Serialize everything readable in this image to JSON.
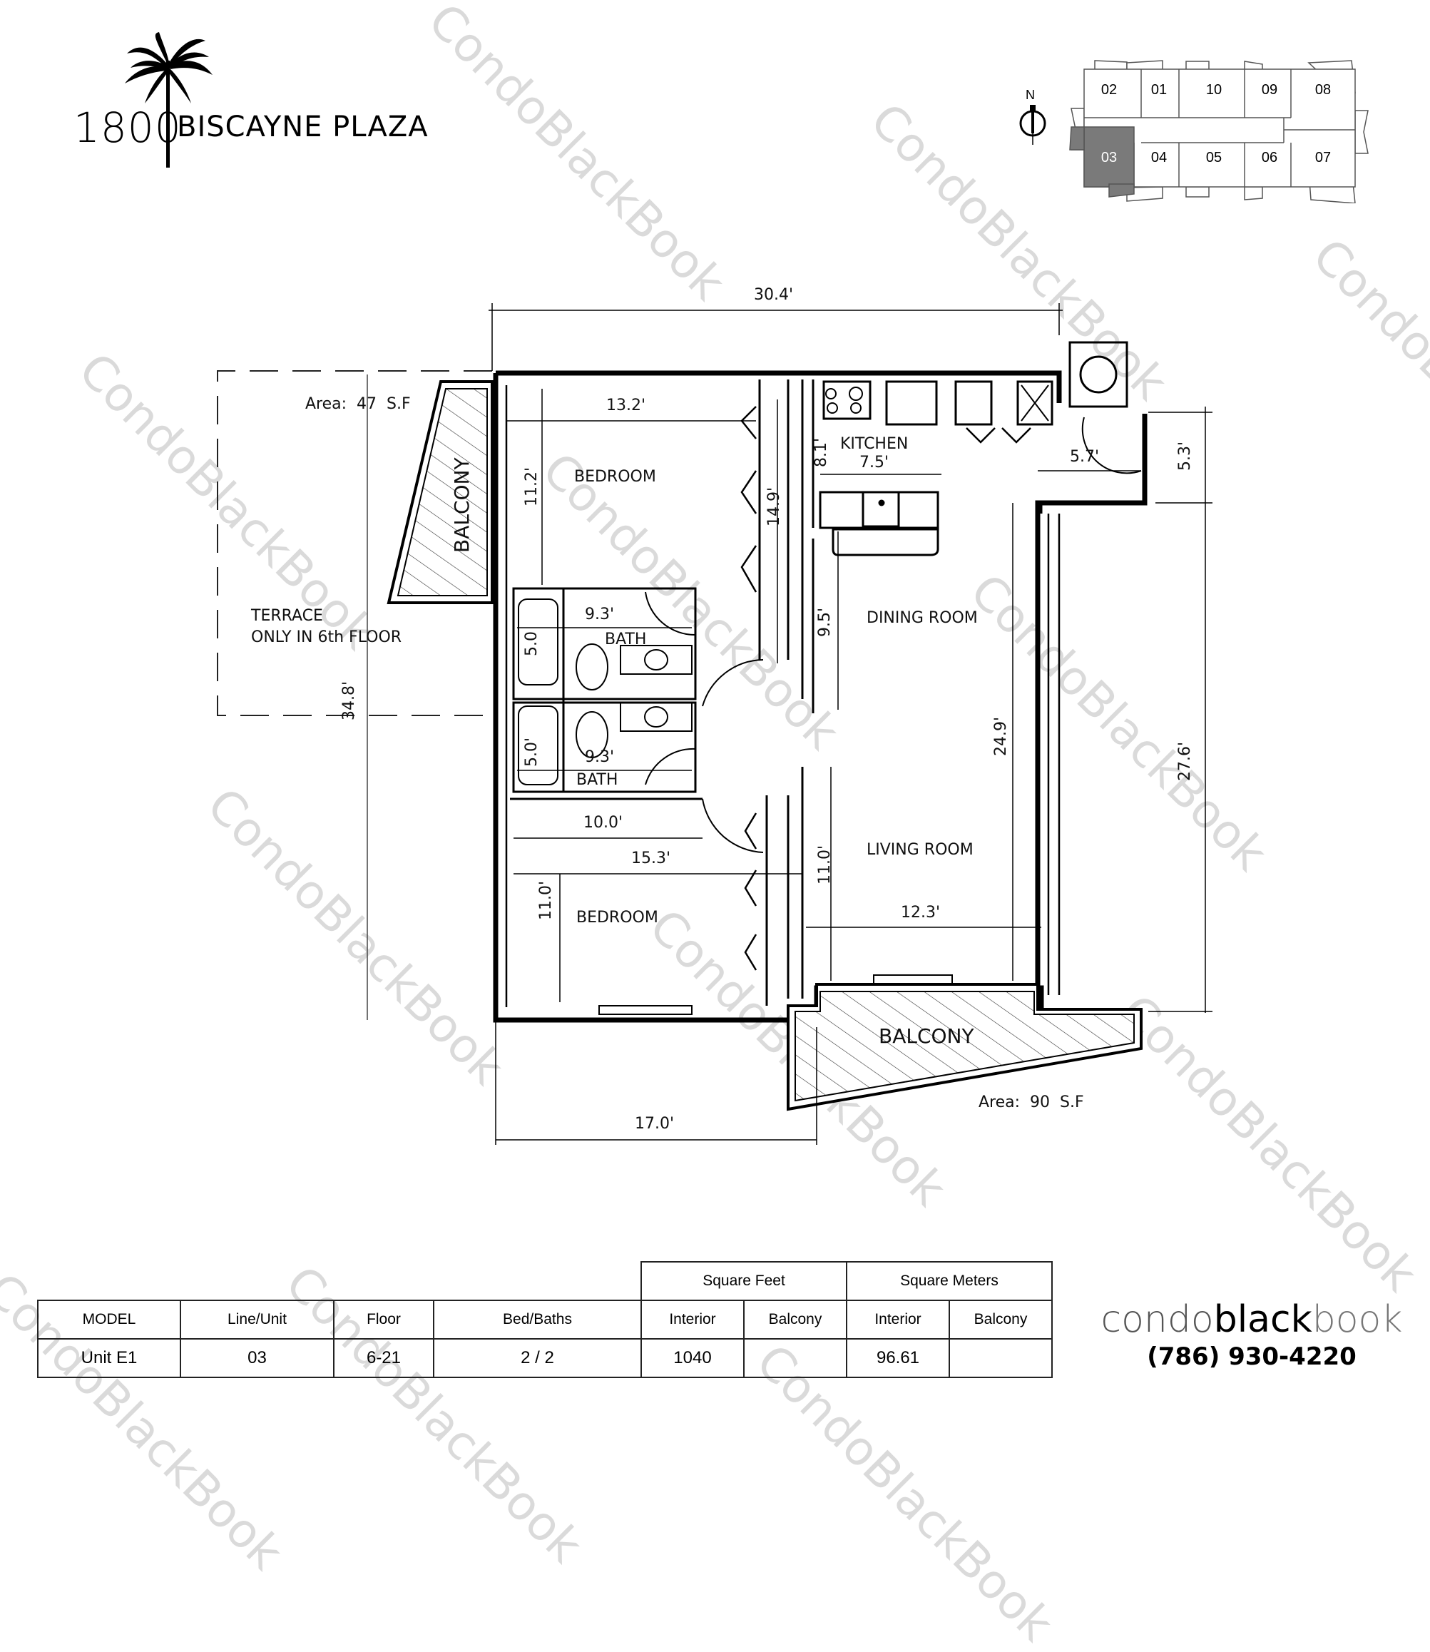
{
  "building": {
    "number": "1800",
    "name": "BISCAYNE PLAZA",
    "logo_icon": "palm-tree-icon"
  },
  "key_plan": {
    "north_label": "N",
    "compass_icon": "north-arrow-icon",
    "highlight_color": "#7a7a7a",
    "units_top": [
      "02",
      "01",
      "10",
      "09",
      "08"
    ],
    "units_bottom": [
      "03",
      "04",
      "05",
      "06",
      "07"
    ],
    "selected_unit": "03"
  },
  "floor_plan": {
    "rooms": {
      "bedroom_1": "BEDROOM",
      "bedroom_2": "BEDROOM",
      "bath_1": "BATH",
      "bath_2": "BATH",
      "kitchen": "KITCHEN",
      "dining": "DINING ROOM",
      "living": "LIVING ROOM",
      "balcony_side": "BALCONY",
      "balcony_main": "BALCONY",
      "terrace_line1": "TERRACE",
      "terrace_line2": "ONLY IN 6th FLOOR"
    },
    "areas": {
      "balcony_side": "Area:  47  S.F",
      "balcony_main": "Area:  90  S.F"
    },
    "dimensions": {
      "overall_width": "30.4'",
      "overall_depth": "34.8'",
      "right_depth": "27.6'",
      "right_upper": "5.3'",
      "bottom_width": "17.0'",
      "bed1_width": "13.2'",
      "bed1_depth": "11.2'",
      "closet_hall": "14.9'",
      "kitchen_width": "7.5'",
      "kitchen_depth": "8.1'",
      "laundry": "5.7'",
      "bath1_width": "9.3'",
      "bath1_depth": "5.0",
      "bath2_width": "9.3'",
      "bath2_depth": "5.0'",
      "dining_depth": "9.5'",
      "living_total": "24.9'",
      "bed2_closet": "10.0'",
      "bed2_width": "15.3'",
      "bed2_depth": "11.0'",
      "living_depth": "11.0'",
      "living_width": "12.3'"
    }
  },
  "spec_table": {
    "group_headers": [
      "Square Feet",
      "Square Meters"
    ],
    "headers": [
      "MODEL",
      "Line/Unit",
      "Floor",
      "Bed/Baths",
      "Interior",
      "Balcony",
      "Interior",
      "Balcony"
    ],
    "row": [
      "Unit E1",
      "03",
      "6-21",
      "2 / 2",
      "1040",
      "",
      "96.61",
      ""
    ]
  },
  "brand": {
    "part1": "condo",
    "part2": "black",
    "part3": "book",
    "phone": "(786) 930-4220"
  },
  "watermark": "CondoBlackBook"
}
